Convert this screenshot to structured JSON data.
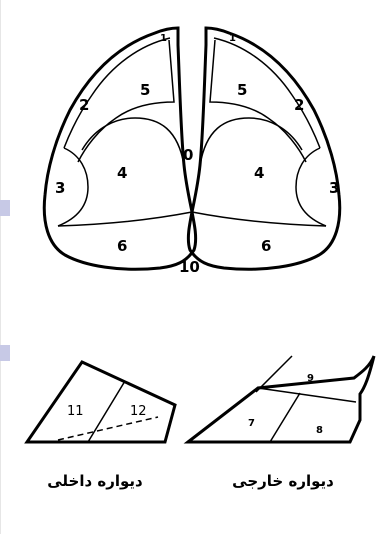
{
  "figure": {
    "left_lung_regions": {
      "r1": "1",
      "r2": "2",
      "r3": "3",
      "r4": "4",
      "r5": "5",
      "r6": "6"
    },
    "right_lung_regions": {
      "r1": "1",
      "r2": "2",
      "r3": "3",
      "r4": "4",
      "r5": "5",
      "r6": "6"
    },
    "center_top": "0",
    "center_bottom": "10",
    "inner_wall": {
      "r11": "11",
      "r12": "12",
      "caption": "دیواره داخلی"
    },
    "outer_wall": {
      "r7": "7",
      "r8": "8",
      "r9": "9",
      "caption": "دیواره خارجی"
    }
  }
}
